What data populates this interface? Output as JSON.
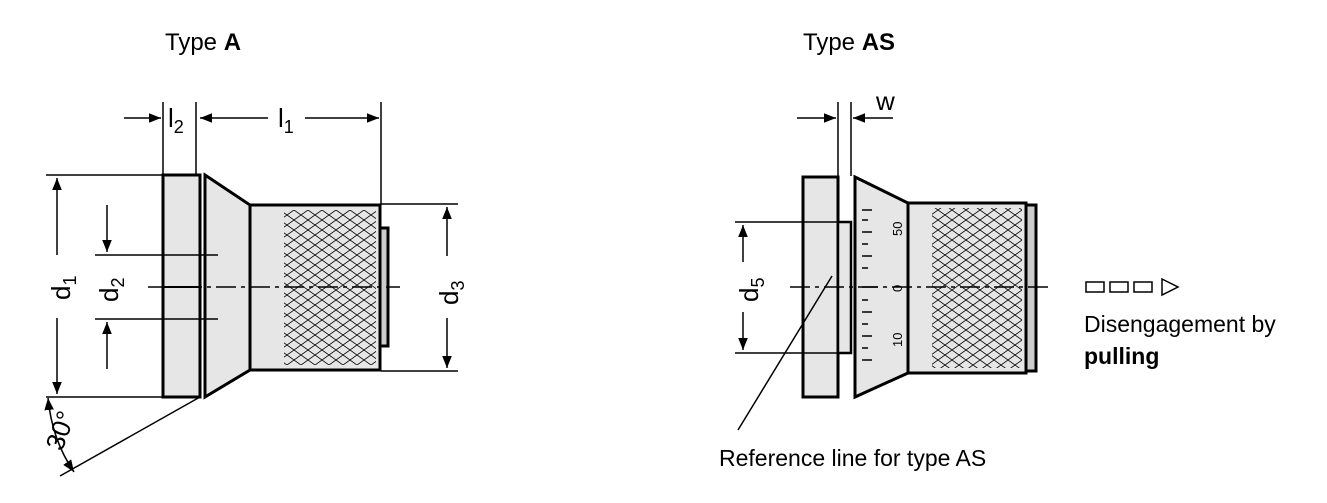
{
  "diagram": {
    "type_a": {
      "title_prefix": "Type ",
      "title_suffix": "A",
      "labels": {
        "l2": {
          "base": "l",
          "sub": "2"
        },
        "l1": {
          "base": "l",
          "sub": "1"
        },
        "d1": {
          "base": "d",
          "sub": "1"
        },
        "d2": {
          "base": "d",
          "sub": "2"
        },
        "d3": {
          "base": "d",
          "sub": "3"
        },
        "angle": "30°"
      }
    },
    "type_as": {
      "title_prefix": "Type ",
      "title_suffix": "AS",
      "labels": {
        "w": "w",
        "d5": {
          "base": "d",
          "sub": "5"
        }
      },
      "scale_numbers": [
        "50",
        "0",
        "10"
      ],
      "reference_note": "Reference line for type AS"
    },
    "disengagement": {
      "line1": "Disengagement by",
      "line2": "pulling"
    },
    "colors": {
      "line": "#000000",
      "fill": "#e6e6e6",
      "background": "#ffffff"
    }
  }
}
